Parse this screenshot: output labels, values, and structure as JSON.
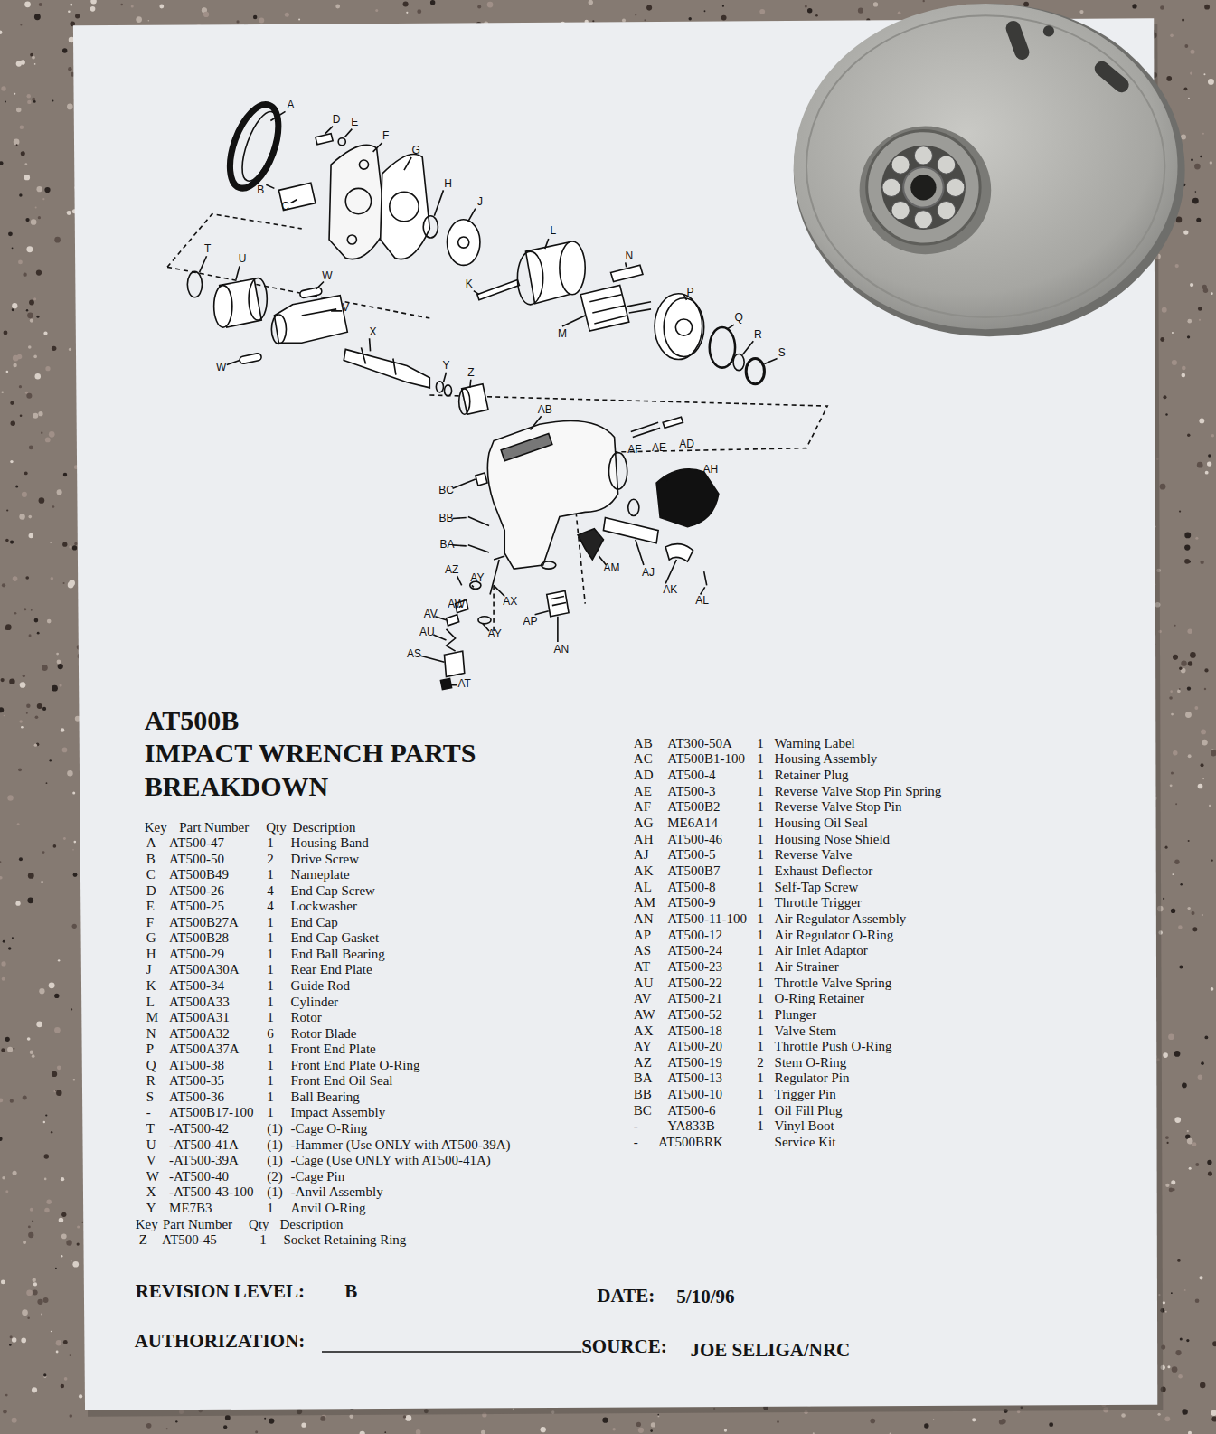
{
  "diagram": {
    "title": "AT500B",
    "labels": [
      "IMPACT WRENCH PARTS BREAKDOWN",
      "A",
      "D",
      "E",
      "F",
      "G",
      "B",
      "C",
      "H",
      "J",
      "T",
      "U",
      "W",
      "V",
      "L",
      "N",
      "K",
      "M",
      "P",
      "Q",
      "R",
      "S",
      "W",
      "X",
      "Y",
      "Z",
      "AB",
      "AF",
      "AE",
      "AD",
      "AH",
      "BC",
      "BB",
      "BA",
      "AM",
      "AZ",
      "AY",
      "AJ",
      "AK",
      "AL",
      "AW",
      "AX",
      "AV",
      "AY",
      "AU",
      "AP",
      "AS",
      "AN",
      "AT",
      "Key",
      "Part Number",
      "Qty",
      "Description",
      "A",
      "AT500-47",
      "1",
      "Housing Band",
      "B",
      "AT500-50",
      "2",
      "Drive Screw",
      "C",
      "AT500B49",
      "1",
      "Nameplate",
      "D",
      "AT500-26",
      "4",
      "End Cap Screw",
      "E",
      "AT500-25",
      "4",
      "Lockwasher",
      "F",
      "AT500B27A",
      "1",
      "End Cap",
      "G",
      "AT500B28",
      "1",
      "End Cap Gasket",
      "H",
      "AT500-29",
      "1",
      "End Ball Bearing",
      "J",
      "AT500A30A",
      "1",
      "Rear End Plate",
      "K",
      "AT500-34",
      "1",
      "Guide Rod",
      "L",
      "AT500A33",
      "1",
      "Cylinder",
      "M",
      "AT500A31",
      "1",
      "Rotor",
      "N",
      "AT500A32",
      "6",
      "Rotor Blade",
      "P",
      "AT500A37A",
      "1",
      "Front End Plate",
      "Q",
      "AT500-38",
      "1",
      "Front End Plate O-Ring",
      "R",
      "AT500-35",
      "1",
      "Front End Oil Seal",
      "S",
      "AT500-36",
      "1",
      "Ball Bearing",
      "-",
      "AT500B17-100",
      "1",
      "Impact Assembly",
      "T",
      "-AT500-42",
      "(1)",
      "-Cage O-Ring",
      "U",
      "-AT500-41A",
      "(1)",
      "-Hammer (Use ONLY with AT500-39A)",
      "V",
      "-AT500-39A",
      "(1)",
      "-Cage (Use ONLY with AT500-41A)",
      "W",
      "-AT500-40",
      "(2)",
      "-Cage Pin",
      "X",
      "-AT500-43-100",
      "(1)",
      "-Anvil Assembly",
      "Y",
      "ME7B3",
      "1",
      "Anvil O-Ring",
      "Key",
      "Part Number",
      "Qty",
      "Description",
      "Z",
      "AT500-45",
      "1",
      "Socket Retaining Ring",
      "AB",
      "AT300-50A",
      "1",
      "Warning Label",
      "AC",
      "AT500B1-100",
      "1",
      "Housing Assembly",
      "AD",
      "AT500-4",
      "1",
      "Retainer Plug",
      "AE",
      "AT500-3",
      "1",
      "Reverse Valve Stop Pin Spring",
      "AF",
      "AT500B2",
      "1",
      "Reverse Valve Stop Pin",
      "AG",
      "ME6A14",
      "1",
      "Housing Oil Seal",
      "AH",
      "AT500-46",
      "1",
      "Housing Nose Shield",
      "AJ",
      "AT500-5",
      "1",
      "Reverse Valve",
      "AK",
      "AT500B7",
      "1",
      "Exhaust Deflector",
      "AL",
      "AT500-8",
      "1",
      "Self-Tap Screw",
      "AM",
      "AT500-9",
      "1",
      "Throttle Trigger",
      "AN",
      "AT500-11-100",
      "1",
      "Air Regulator Assembly",
      "AP",
      "AT500-12",
      "1",
      "Air Regulator O-Ring",
      "AS",
      "AT500-24",
      "1",
      "Air Inlet Adaptor",
      "AT",
      "AT500-23",
      "1",
      "Air Strainer",
      "AU",
      "AT500-22",
      "1",
      "Throttle Valve Spring",
      "AV",
      "AT500-21",
      "1",
      "O-Ring Retainer",
      "AW",
      "AT500-52",
      "1",
      "Plunger",
      "AX",
      "AT500-18",
      "1",
      "Valve Stem",
      "AY",
      "AT500-20",
      "1",
      "Throttle Push O-Ring",
      "AZ",
      "AT500-19",
      "2",
      "Stem O-Ring",
      "BA",
      "AT500-13",
      "1",
      "Regulator Pin",
      "BB",
      "AT500-10",
      "1",
      "Trigger Pin",
      "BC",
      "AT500-6",
      "1",
      "Oil Fill Plug",
      "-",
      "YA833B",
      "1",
      "Vinyl Boot",
      "-",
      "AT500BRK",
      "Service Kit",
      "REVISION LEVEL:",
      "B",
      "DATE:",
      "5/10/96",
      "AUTHORIZATION:",
      "SOURCE:",
      "JOE SELIGA/NRC"
    ]
  }
}
